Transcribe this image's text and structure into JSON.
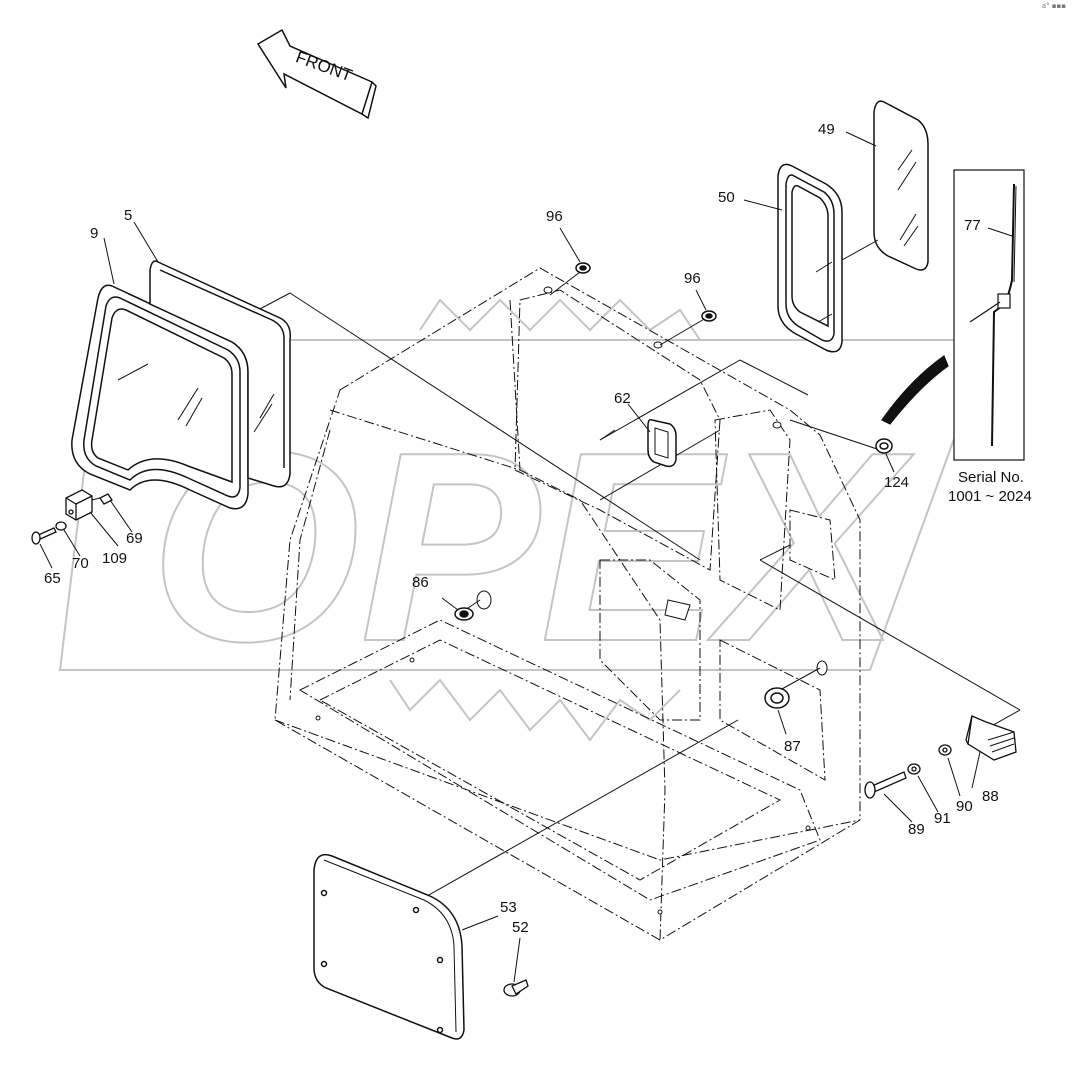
{
  "front_label": "FRONT",
  "watermark": "OPEX",
  "corner_mark": "a° ▪▪▪",
  "serial": {
    "line1": "Serial No.",
    "line2": "1001 ~ 2024"
  },
  "part_numbers": {
    "p5": "5",
    "p9": "9",
    "p49": "49",
    "p50": "50",
    "p52": "52",
    "p53": "53",
    "p62": "62",
    "p65": "65",
    "p69": "69",
    "p70": "70",
    "p77": "77",
    "p86": "86",
    "p87": "87",
    "p88": "88",
    "p89": "89",
    "p90": "90",
    "p91": "91",
    "p96a": "96",
    "p96b": "96",
    "p109": "109",
    "p124": "124"
  },
  "colors": {
    "line": "#111111",
    "watermark": "#c4c4c4"
  }
}
